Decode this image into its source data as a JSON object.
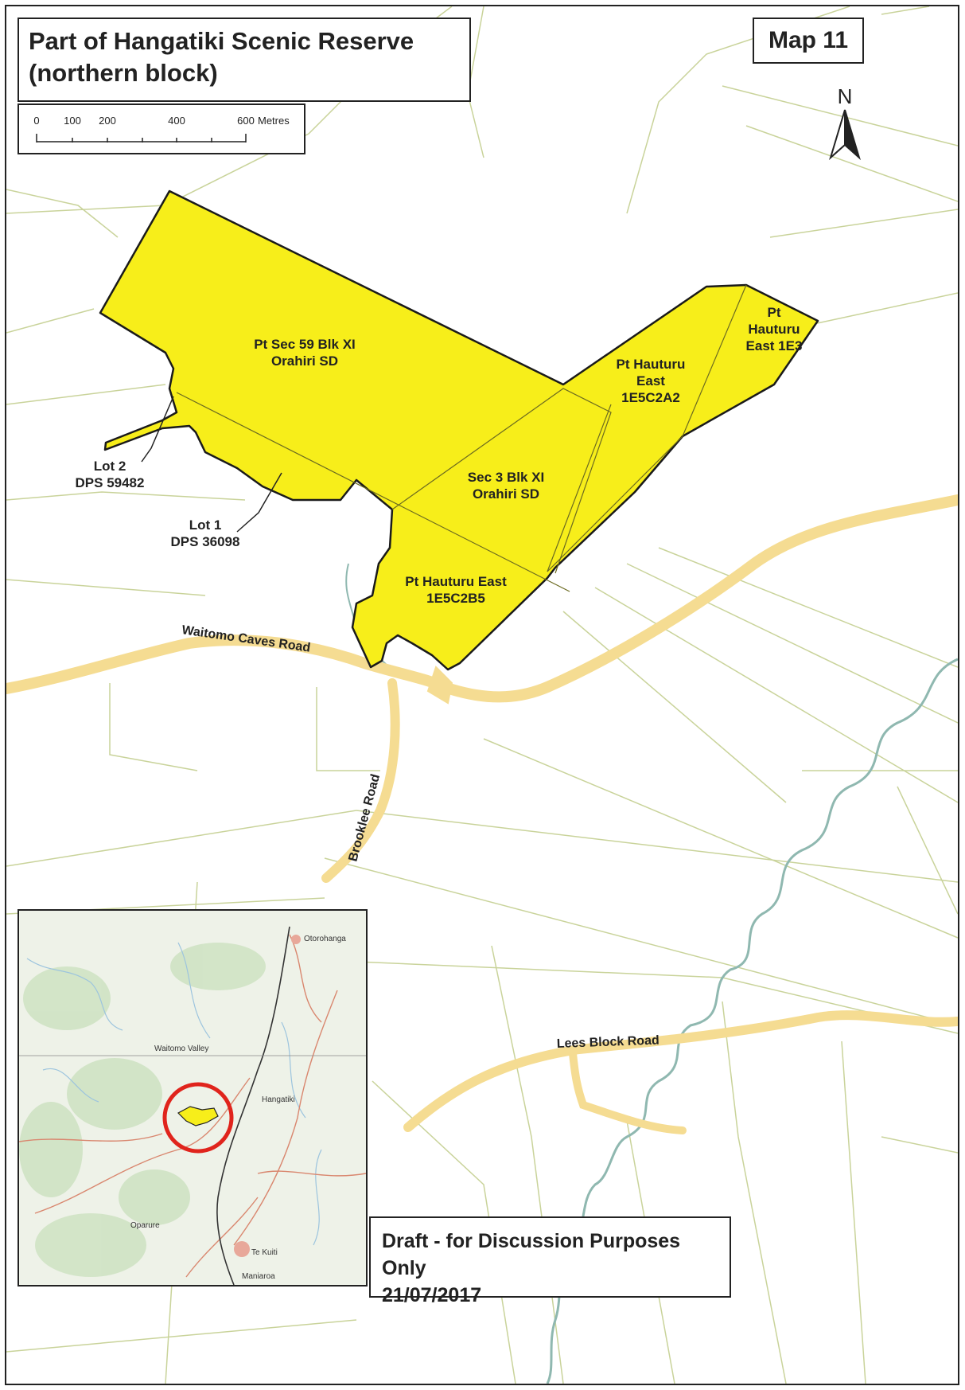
{
  "map": {
    "title_line1": "Part of Hangatiki Scenic Reserve",
    "title_line2": "(northern block)",
    "map_number": "Map 11",
    "north_label": "N",
    "scale": {
      "ticks": [
        "0",
        "100",
        "200",
        "400",
        "600"
      ],
      "unit": "Metres"
    },
    "colors": {
      "reserve_fill": "#f7ee1a",
      "reserve_outline": "#1a1a1a",
      "road_fill": "#f5dc92",
      "parcel_line": "#c9d39a",
      "river": "#8fb8b0",
      "inset_highlight": "#e0241c"
    },
    "parcels": [
      {
        "label_lines": [
          "Pt Sec 59 Blk XI",
          "Orahiri SD"
        ]
      },
      {
        "label_lines": [
          "Sec 3 Blk XI",
          "Orahiri SD"
        ]
      },
      {
        "label_lines": [
          "Pt Hauturu",
          "East",
          "1E5C2A2"
        ]
      },
      {
        "label_lines": [
          "Pt",
          "Hauturu",
          "East 1E3"
        ]
      },
      {
        "label_lines": [
          "Pt Hauturu East",
          "1E5C2B5"
        ]
      },
      {
        "label_lines": [
          "Lot 2",
          "DPS 59482"
        ]
      },
      {
        "label_lines": [
          "Lot 1",
          "DPS 36098"
        ]
      }
    ],
    "roads": [
      {
        "name": "Waitomo Caves Road"
      },
      {
        "name": "Brooklee Road"
      },
      {
        "name": "Lees Block Road"
      }
    ],
    "inset": {
      "places": [
        "Te Kuiti",
        "Otorohanga",
        "Waitomo Valley",
        "Hangatiki",
        "Oparure",
        "Maniaroa"
      ]
    },
    "draft_notice": "Draft -  for Discussion Purposes Only",
    "draft_date": "21/07/2017"
  }
}
